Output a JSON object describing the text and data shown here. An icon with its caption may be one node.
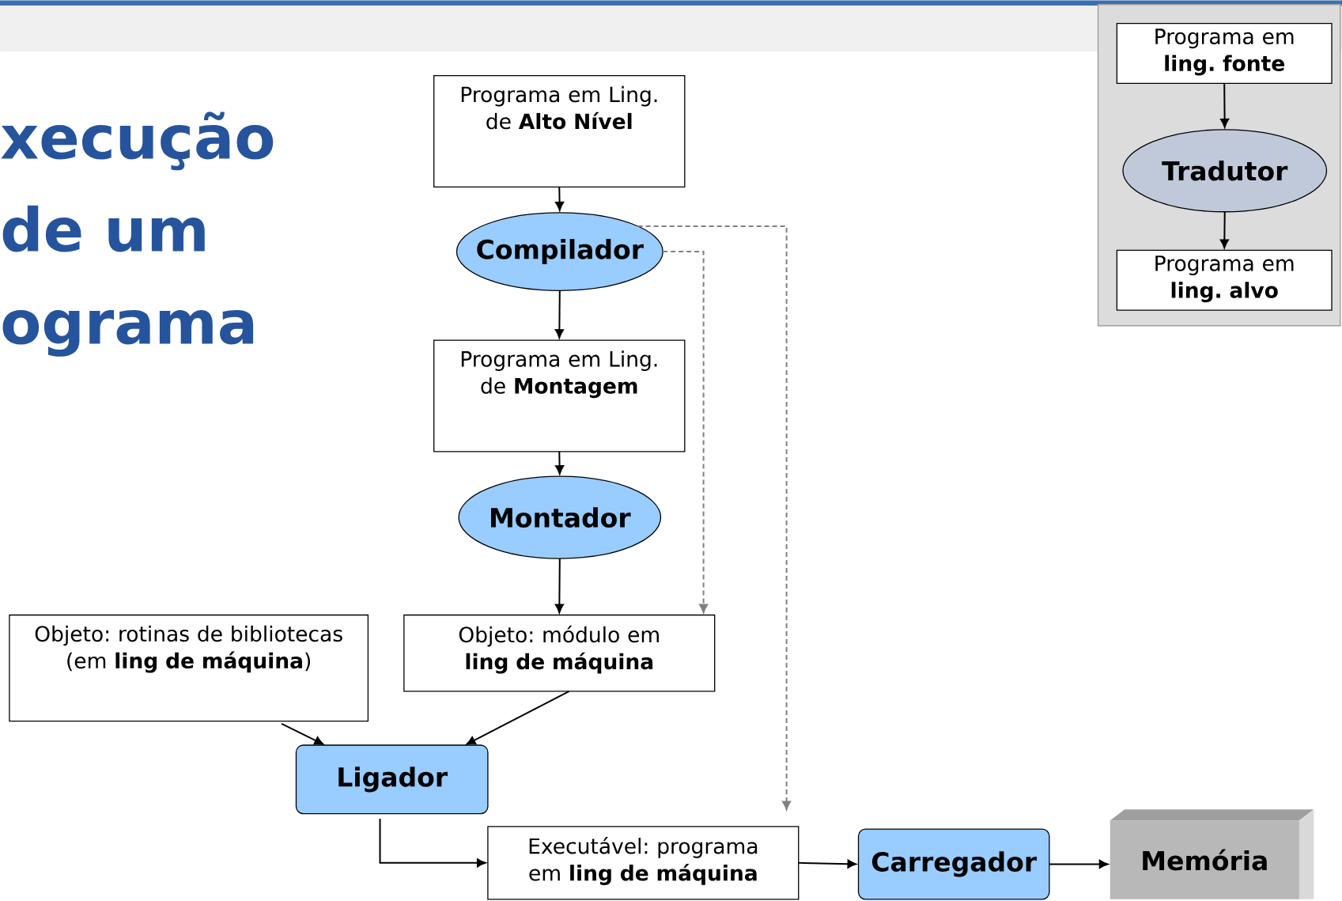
{
  "diagram": {
    "title": "xecução de um ograma",
    "nodes": [
      {
        "text": [
          "Programa em Ling. de **Alto Nível**"
        ]
      },
      {
        "text": [
          "Compilador"
        ]
      },
      {
        "text": [
          "Programa em Ling. de **Montagem**"
        ]
      },
      {
        "text": [
          "Montador"
        ]
      },
      {
        "text": [
          "Objeto: rotinas de bibliotecas (em **ling de máquina**)"
        ]
      },
      {
        "text": [
          "Objeto: módulo em **ling de máquina**"
        ]
      },
      {
        "text": [
          "Ligador"
        ]
      },
      {
        "text": [
          "Executável: programa em **ling de máquina**"
        ]
      },
      {
        "text": [
          "Carregador"
        ]
      },
      {
        "text": [
          "Memória"
        ]
      },
      {
        "text": [],
        "shape": "box"
      },
      {
        "text": [
          "Programa em **ling. fonte**"
        ],
        "in": 10
      },
      {
        "text": [
          "Tradutor"
        ],
        "in": 10
      },
      {
        "text": [
          "Programa em **ling. alvo**"
        ],
        "in": 10
      }
    ],
    "edges": [
      {
        "from": 0,
        "to": 1,
        "arrow": "to"
      },
      {
        "from": 1,
        "to": 2,
        "arrow": "to"
      },
      {
        "from": 2,
        "to": 3,
        "arrow": "to"
      },
      {
        "from": 3,
        "to": 5,
        "arrow": "to"
      },
      {
        "from": 1,
        "to": 5,
        "arrow": "to",
        "style": "dashed",
        "color": "#808080"
      },
      {
        "from": 1,
        "to": 7,
        "arrow": "to",
        "style": "dashed",
        "color": "#808080"
      },
      {
        "from": 4,
        "to": 6,
        "arrow": "to"
      },
      {
        "from": 5,
        "to": 6,
        "arrow": "to"
      },
      {
        "from": 6,
        "to": 7,
        "arrow": "to"
      },
      {
        "from": 7,
        "to": 8,
        "arrow": "to"
      },
      {
        "from": 8,
        "to": 9,
        "arrow": "to"
      },
      {
        "from": 11,
        "to": 12,
        "arrow": "to"
      },
      {
        "from": 12,
        "to": 13,
        "arrow": "to"
      }
    ]
  }
}
